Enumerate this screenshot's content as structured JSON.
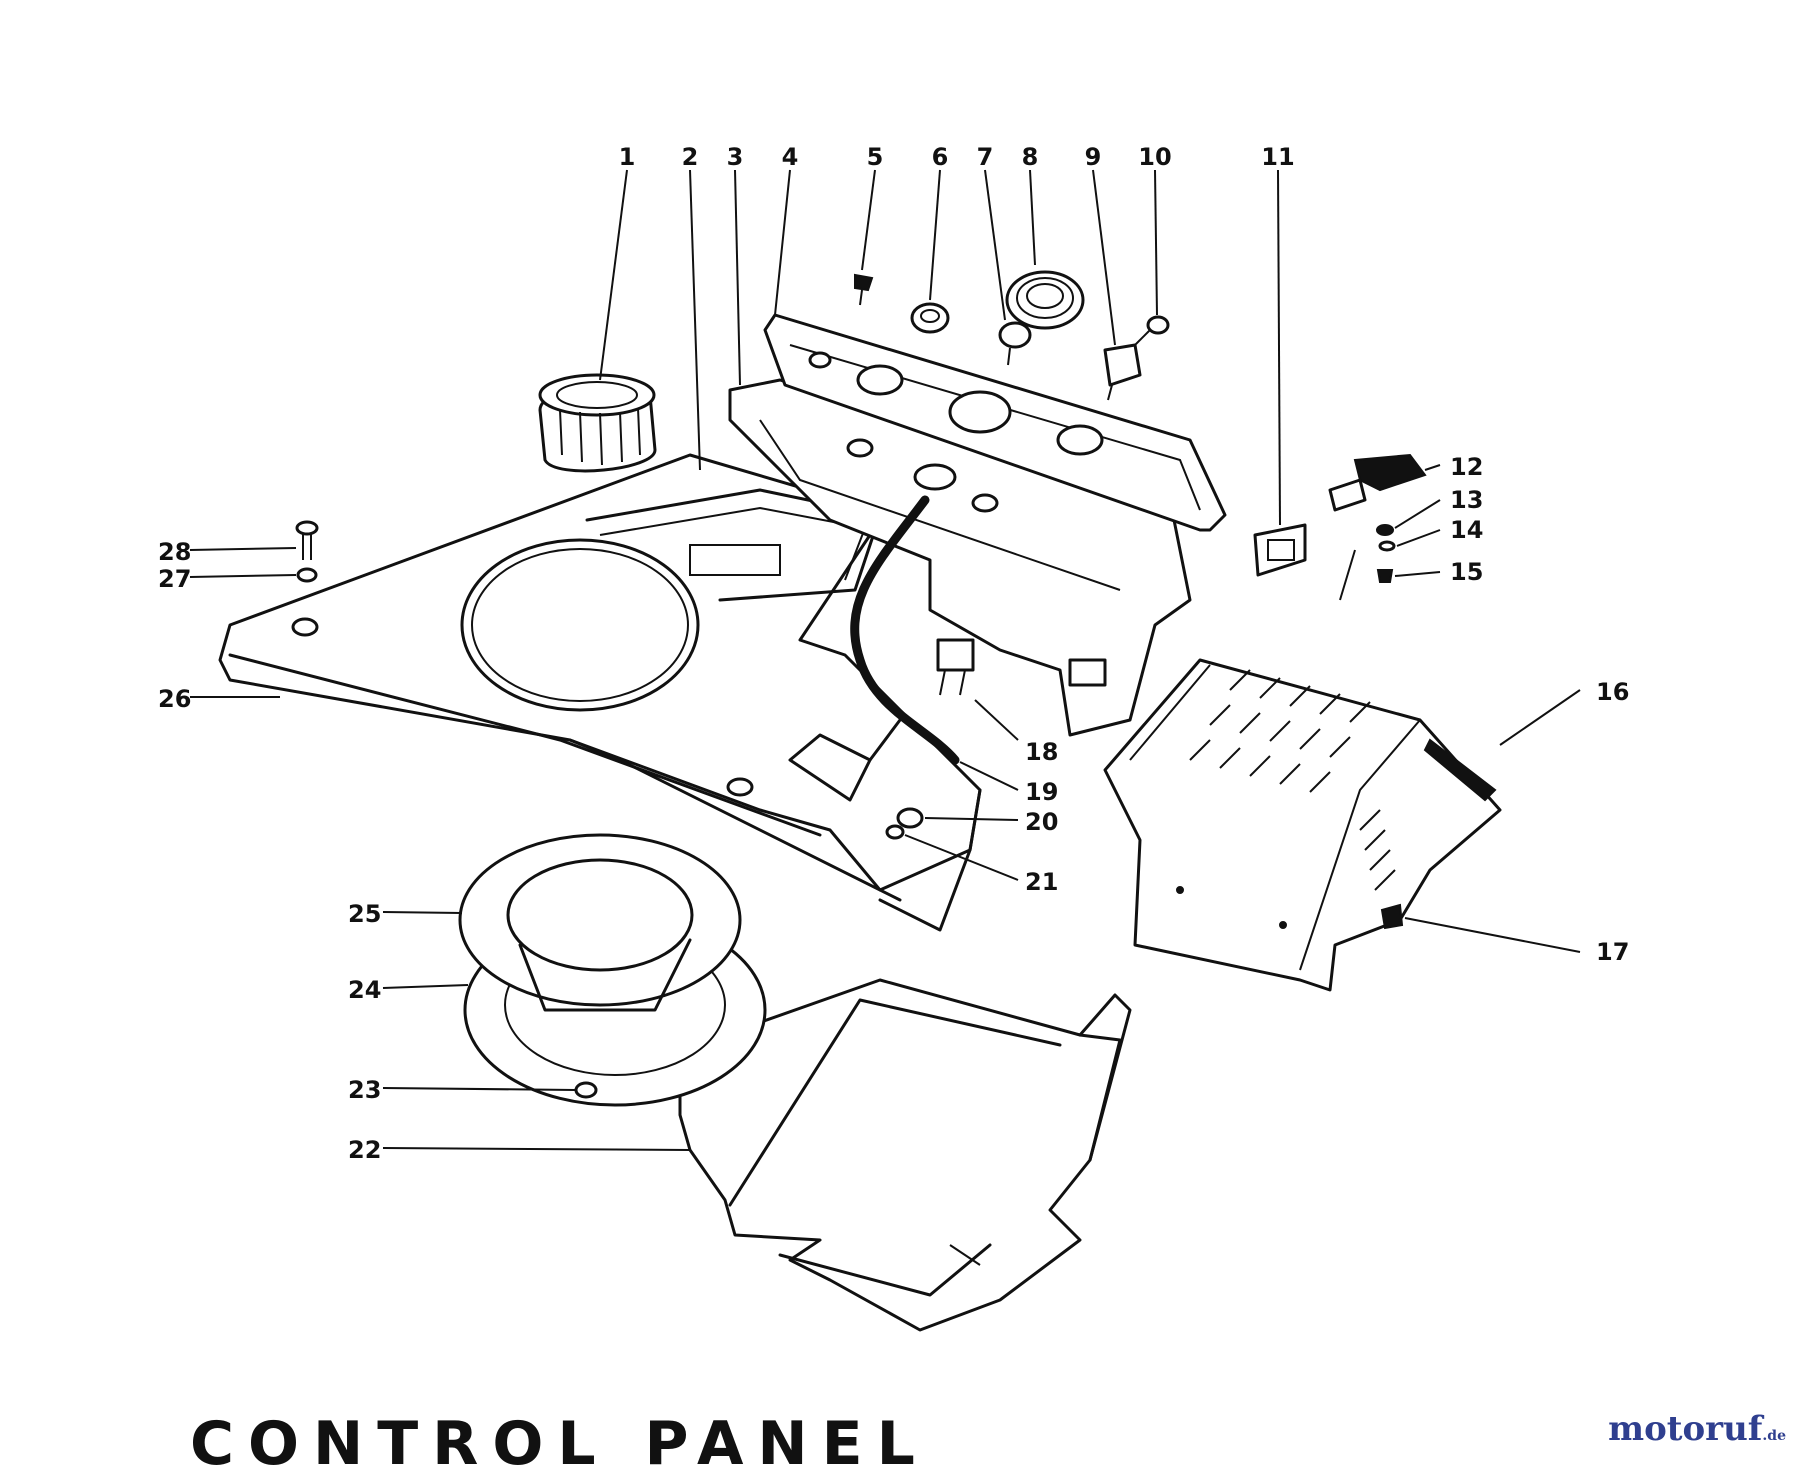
{
  "diagram": {
    "callouts": [
      "1",
      "2",
      "3",
      "4",
      "5",
      "6",
      "7",
      "8",
      "9",
      "10",
      "11",
      "12",
      "13",
      "14",
      "15",
      "16",
      "17",
      "18",
      "19",
      "20",
      "21",
      "22",
      "23",
      "24",
      "25",
      "26",
      "27",
      "28"
    ],
    "footer_title": "CONTROL PANEL",
    "watermark": {
      "main": "motoruf",
      "tld": ".de"
    }
  }
}
